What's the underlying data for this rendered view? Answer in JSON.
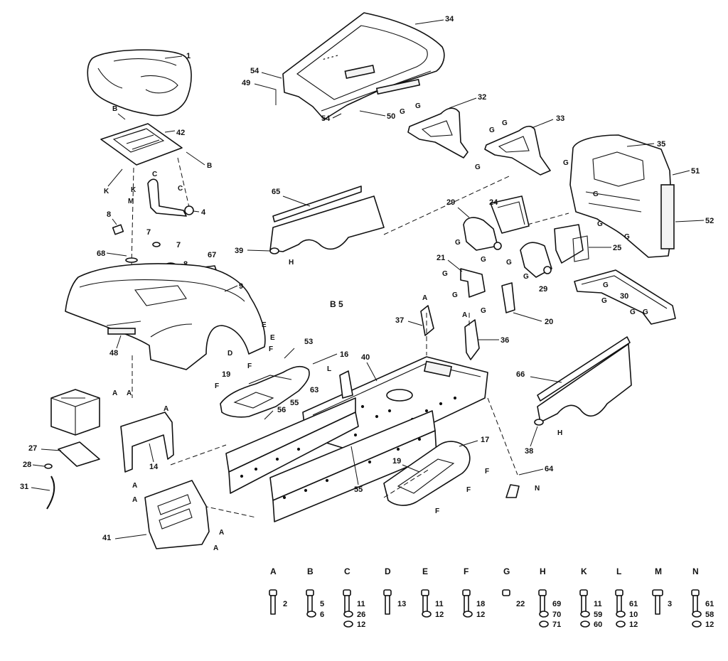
{
  "diagram": {
    "section_mark": "B 5",
    "parts": {
      "p1": "1",
      "p4": "4",
      "p7a": "7",
      "p7b": "7",
      "p8a": "8",
      "p8b": "8",
      "p9": "9",
      "p14": "14",
      "p16": "16",
      "p17": "17",
      "p19a": "19",
      "p19b": "19",
      "p20": "20",
      "p21": "21",
      "p24": "24",
      "p25": "25",
      "p27": "27",
      "p28": "28",
      "p29a": "29",
      "p29b": "29",
      "p30": "30",
      "p31": "31",
      "p32": "32",
      "p33": "33",
      "p34": "34",
      "p35": "35",
      "p36": "36",
      "p37": "37",
      "p38": "38",
      "p39": "39",
      "p40": "40",
      "p41": "41",
      "p42": "42",
      "p48": "48",
      "p49": "49",
      "p50": "50",
      "p51": "51",
      "p52": "52",
      "p53": "53",
      "p54a": "54",
      "p54b": "54",
      "p55a": "55",
      "p55b": "55",
      "p56": "56",
      "p63": "63",
      "p64": "64",
      "p65": "65",
      "p66": "66",
      "p67": "67",
      "p68a": "68",
      "p68b": "68"
    },
    "letters": {
      "A": "A",
      "B": "B",
      "C": "C",
      "D": "D",
      "E": "E",
      "F": "F",
      "G": "G",
      "H": "H",
      "K": "K",
      "L": "L",
      "M": "M",
      "N": "N"
    }
  },
  "hardware_key": [
    {
      "letter": "A",
      "parts": [
        "2"
      ]
    },
    {
      "letter": "B",
      "parts": [
        "5",
        "6"
      ]
    },
    {
      "letter": "C",
      "parts": [
        "11",
        "26",
        "12"
      ]
    },
    {
      "letter": "D",
      "parts": [
        "13"
      ]
    },
    {
      "letter": "E",
      "parts": [
        "11",
        "12"
      ]
    },
    {
      "letter": "F",
      "parts": [
        "18",
        "12"
      ]
    },
    {
      "letter": "G",
      "parts": [
        "22"
      ]
    },
    {
      "letter": "H",
      "parts": [
        "69",
        "70",
        "71"
      ]
    },
    {
      "letter": "K",
      "parts": [
        "11",
        "59",
        "60"
      ]
    },
    {
      "letter": "L",
      "parts": [
        "61",
        "10",
        "12"
      ]
    },
    {
      "letter": "M",
      "parts": [
        "3"
      ]
    },
    {
      "letter": "N",
      "parts": [
        "61",
        "58",
        "12"
      ]
    }
  ]
}
